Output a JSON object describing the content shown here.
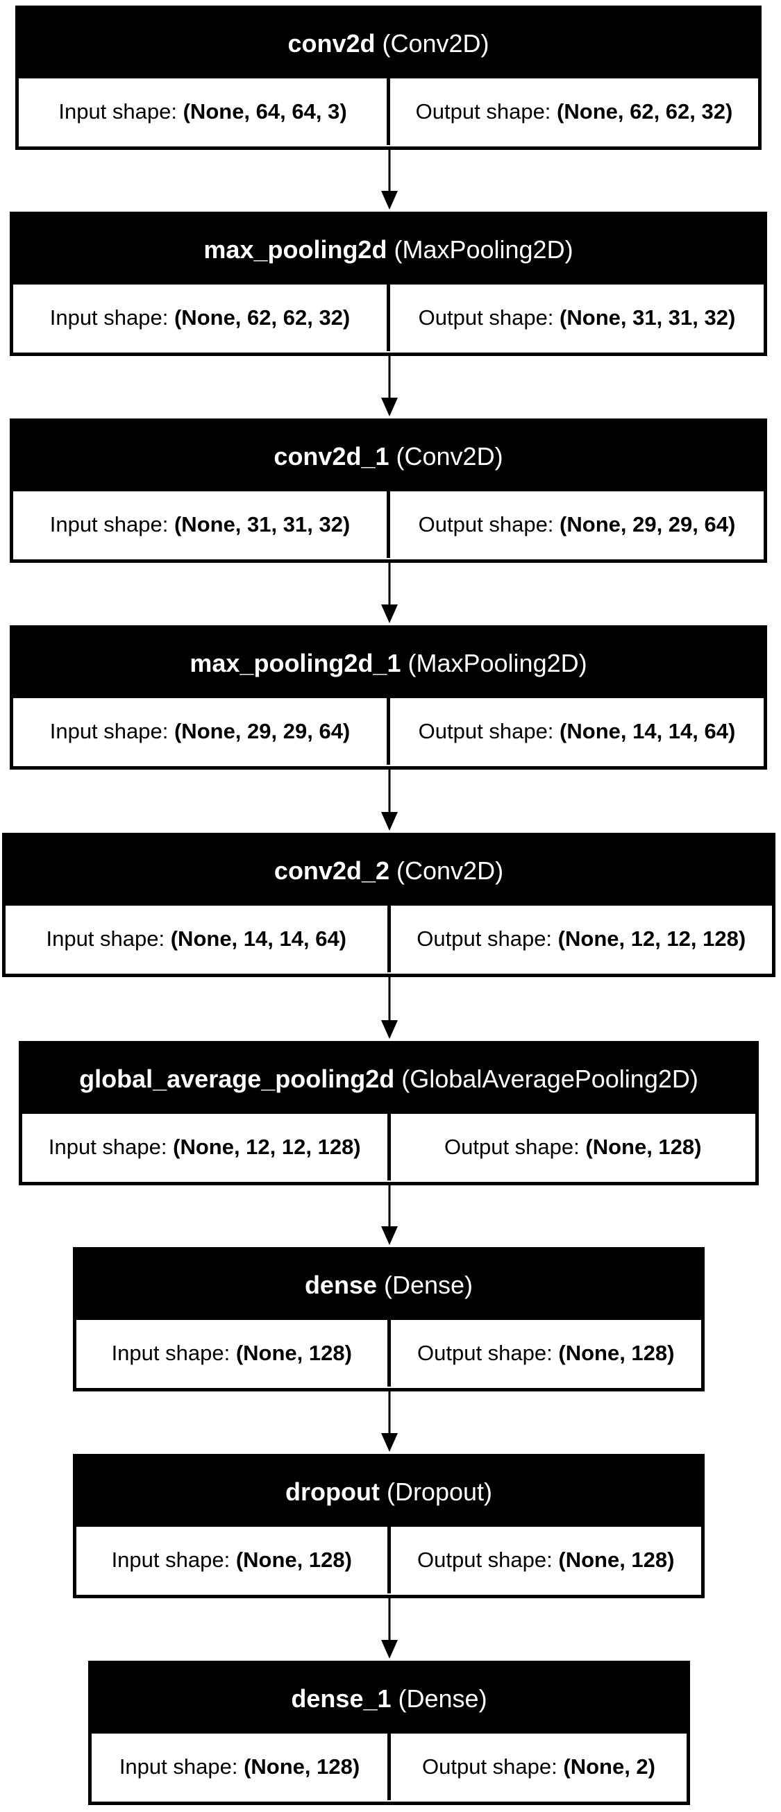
{
  "diagram": {
    "input_label": "Input shape:",
    "output_label": "Output shape:",
    "layers": [
      {
        "name": "conv2d",
        "type": "(Conv2D)",
        "input": "(None, 64, 64, 3)",
        "output": "(None, 62, 62, 32)"
      },
      {
        "name": "max_pooling2d",
        "type": "(MaxPooling2D)",
        "input": "(None, 62, 62, 32)",
        "output": "(None, 31, 31, 32)"
      },
      {
        "name": "conv2d_1",
        "type": "(Conv2D)",
        "input": "(None, 31, 31, 32)",
        "output": "(None, 29, 29, 64)"
      },
      {
        "name": "max_pooling2d_1",
        "type": "(MaxPooling2D)",
        "input": "(None, 29, 29, 64)",
        "output": "(None, 14, 14, 64)"
      },
      {
        "name": "conv2d_2",
        "type": "(Conv2D)",
        "input": "(None, 14, 14, 64)",
        "output": "(None, 12, 12, 128)"
      },
      {
        "name": "global_average_pooling2d",
        "type": "(GlobalAveragePooling2D)",
        "input": "(None, 12, 12, 128)",
        "output": "(None, 128)"
      },
      {
        "name": "dense",
        "type": "(Dense)",
        "input": "(None, 128)",
        "output": "(None, 128)"
      },
      {
        "name": "dropout",
        "type": "(Dropout)",
        "input": "(None, 128)",
        "output": "(None, 128)"
      },
      {
        "name": "dense_1",
        "type": "(Dense)",
        "input": "(None, 128)",
        "output": "(None, 2)"
      }
    ]
  }
}
